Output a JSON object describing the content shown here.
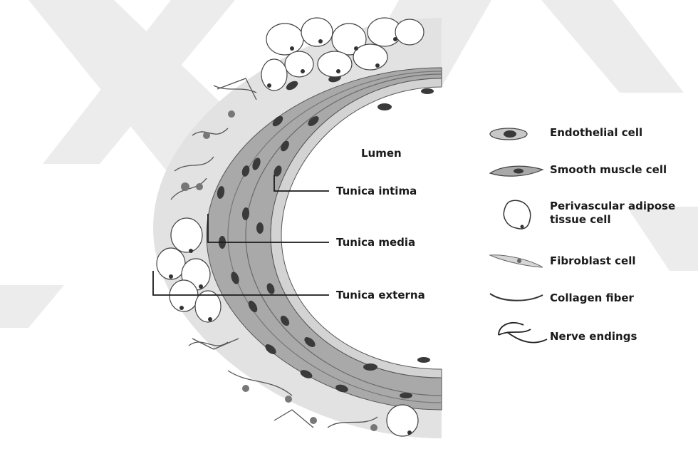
{
  "diagram": {
    "lumen_label": "Lumen",
    "layers": {
      "intima": "Tunica intima",
      "media": "Tunica media",
      "externa": "Tunica externa"
    },
    "legend": [
      {
        "icon": "endothelial-cell-icon",
        "label": "Endothelial cell"
      },
      {
        "icon": "smooth-muscle-cell-icon",
        "label": "Smooth muscle cell"
      },
      {
        "icon": "adipose-cell-icon",
        "label": "Perivascular adipose\ntissue cell"
      },
      {
        "icon": "fibroblast-cell-icon",
        "label": "Fibroblast cell"
      },
      {
        "icon": "collagen-fiber-icon",
        "label": "Collagen fiber"
      },
      {
        "icon": "nerve-endings-icon",
        "label": "Nerve endings"
      }
    ],
    "colors": {
      "background": "#ffffff",
      "watermark": "#ececec",
      "adventitia": "#e4e4e4",
      "media_band": "#a8a8a8",
      "intima_band": "#cfcfcf",
      "nucleus": "#3a3a3a",
      "ink": "#1a1a1a"
    }
  }
}
